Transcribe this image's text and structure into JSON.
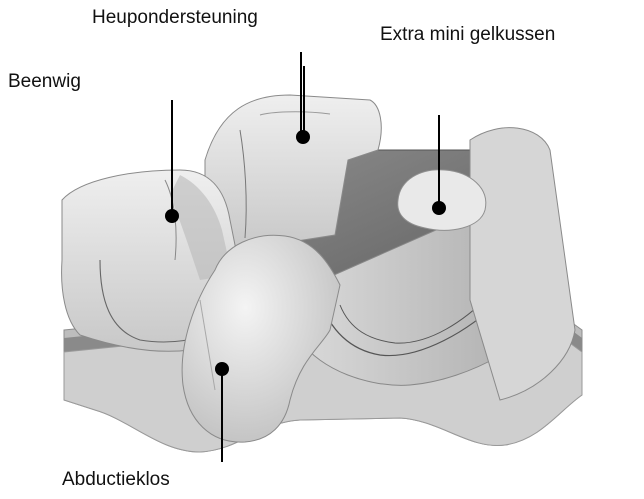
{
  "labels": {
    "hip_support": "Heupondersteuning",
    "extra_gel_cushion": "Extra mini gelkussen",
    "leg_wedge": "Beenwig",
    "abduction_block": "Abductieklos"
  },
  "colors": {
    "foam_light": "#e4e4e4",
    "foam_mid": "#c9c9c9",
    "foam_shadow": "#9f9f9f",
    "gel_dark": "#6f6f6f",
    "base_stripe": "#8a8a8a",
    "pointer": "#000000",
    "text": "#111111"
  }
}
